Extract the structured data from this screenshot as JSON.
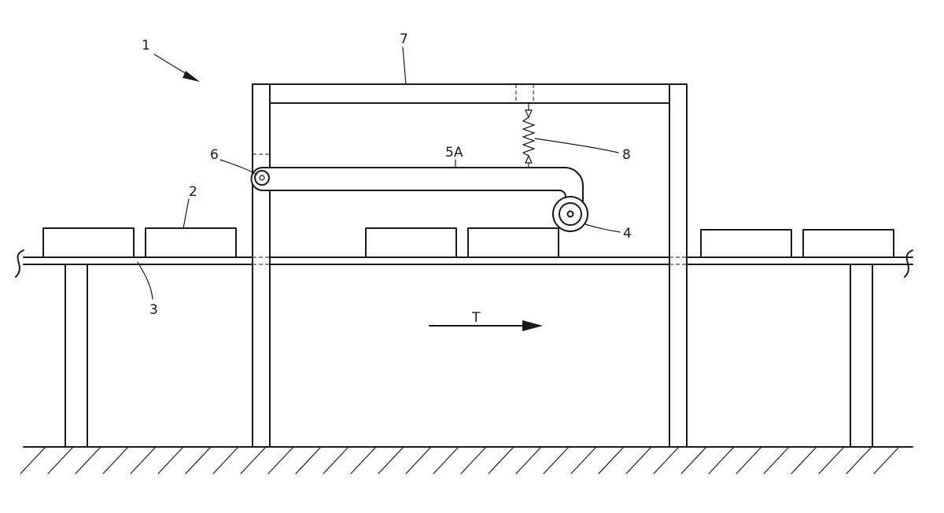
{
  "figure": {
    "labels": {
      "apparatus": "1",
      "product": "2",
      "conveyor": "3",
      "roller": "4",
      "arm": "5A",
      "pivot": "6",
      "frame": "7",
      "spring": "8",
      "direction": "T"
    }
  }
}
